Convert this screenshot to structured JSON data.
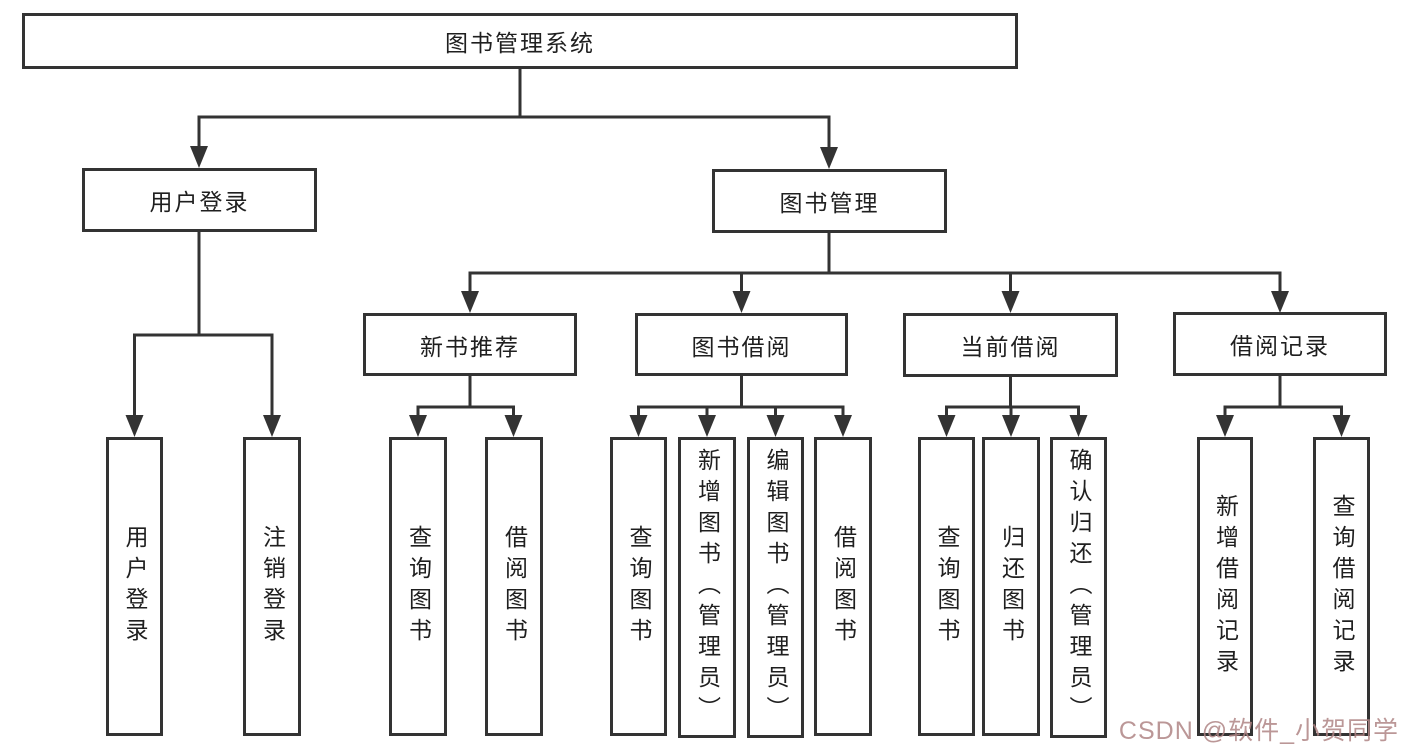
{
  "diagram": {
    "title": "图书管理系统",
    "watermark": "CSDN @软件_小贺同学",
    "colors": {
      "line": "#333333",
      "box_border": "#333333",
      "box_background": "#ffffff",
      "text": "#1f1f1f",
      "watermark": "#b08585",
      "background": "#ffffff"
    },
    "nodes": {
      "root": "图书管理系统",
      "user_login": "用户登录",
      "book_management": "图书管理",
      "new_book_recommend": "新书推荐",
      "book_borrow": "图书借阅",
      "current_borrow": "当前借阅",
      "borrow_records": "借阅记录",
      "leaf_user_login": "用户登录",
      "leaf_logout": "注销登录",
      "leaf_query_book_recommend": "查询图书",
      "leaf_borrow_book_recommend": "借阅图书",
      "leaf_query_book_borrow": "查询图书",
      "leaf_add_book_admin": "新增图书（管理员）",
      "leaf_edit_book_admin": "编辑图书（管理员）",
      "leaf_borrow_book_borrow": "借阅图书",
      "leaf_query_book_current": "查询图书",
      "leaf_return_book": "归还图书",
      "leaf_confirm_return_admin": "确认归还（管理员）",
      "leaf_add_borrow_record": "新增借阅记录",
      "leaf_query_borrow_record": "查询借阅记录"
    }
  }
}
